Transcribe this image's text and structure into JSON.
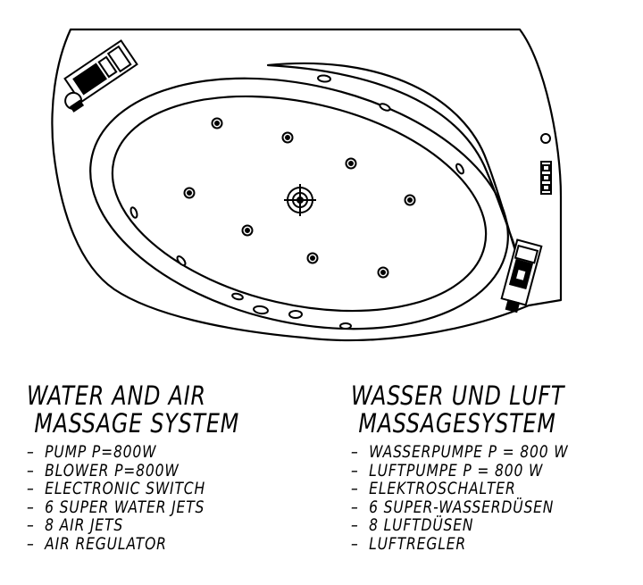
{
  "english": {
    "title_line1": "WATER AND AIR",
    "title_line2": " MASSAGE SYSTEM",
    "items": [
      "PUMP P=800W",
      "BLOWER P=800W",
      "ELECTRONIC SWITCH",
      "6 SUPER WATER JETS",
      "8 AIR JETS",
      "AIR REGULATOR"
    ]
  },
  "german": {
    "title_line1": "WASSER UND LUFT",
    "title_line2": " MASSAGESYSTEM",
    "items": [
      "WASSERPUMPE P = 800 W",
      "LUFTPUMPE P = 800 W",
      "ELEKTROSCHALTER",
      "6 SUPER-WASSERDÜSEN",
      "8 LUFTDÜSEN",
      "LUFTREGLER"
    ]
  },
  "icons": [
    "water-pump-icon",
    "air-blower-icon",
    "electronic-switch-icon",
    "super-water-jet-icon",
    "air-jet-icon",
    "air-regulator-icon"
  ]
}
